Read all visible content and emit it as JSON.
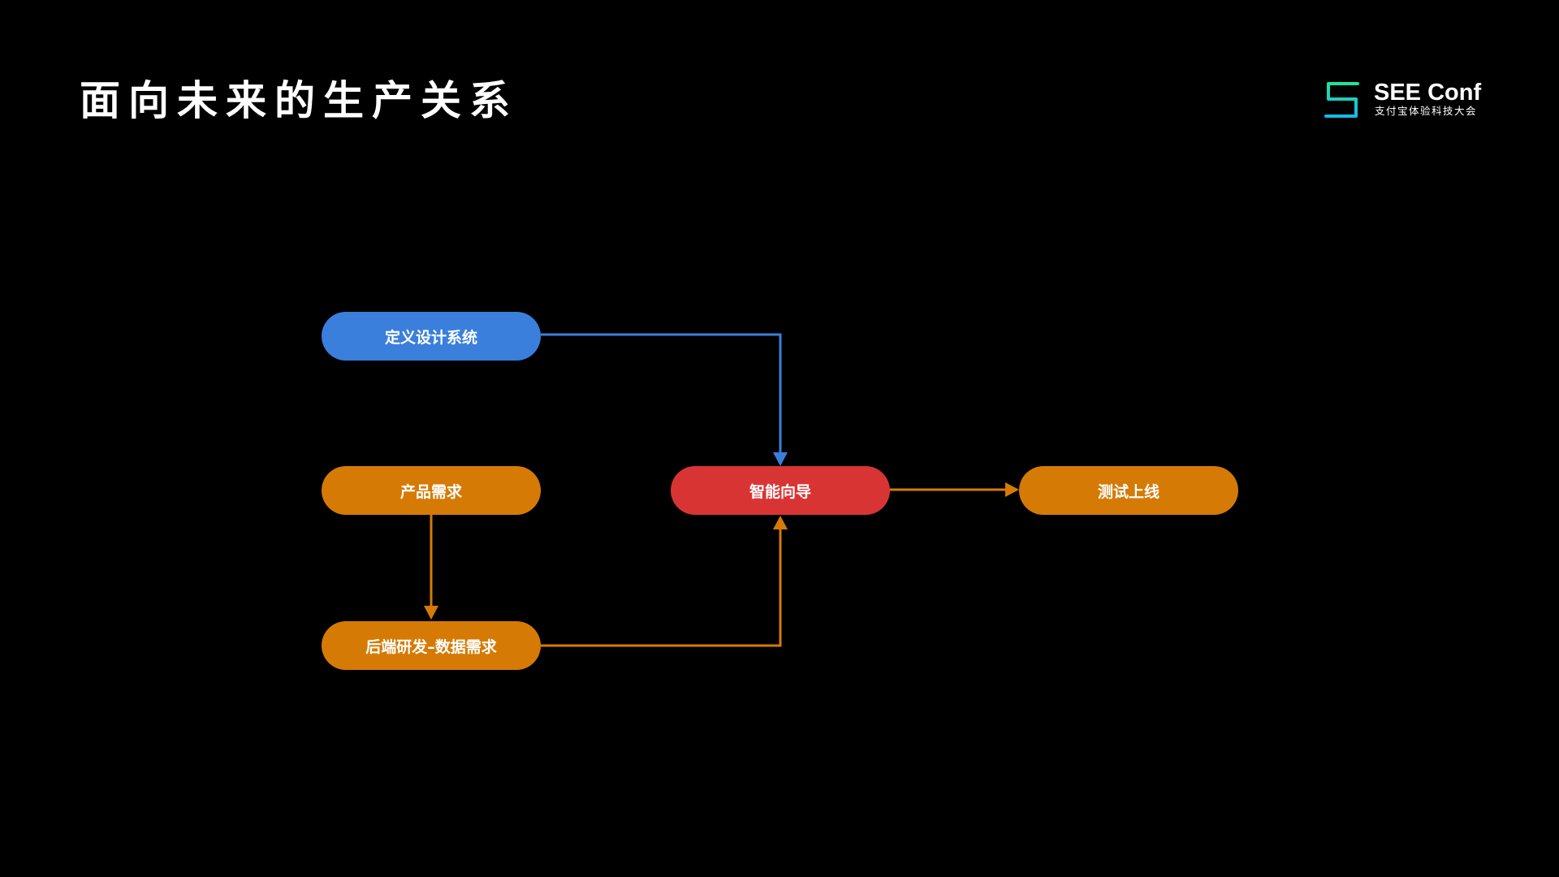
{
  "slide": {
    "title": "面向未来的生产关系"
  },
  "logo": {
    "name": "SEE Conf",
    "subtitle": "支付宝体验科技大会",
    "mark_colors": [
      "#1ee3a0",
      "#18b8e6"
    ]
  },
  "colors": {
    "background": "#000000",
    "blue": "#3a7fdc",
    "orange": "#d67a06",
    "red": "#d93434",
    "blue_edge": "#3a7fdc",
    "orange_edge": "#d67a06"
  },
  "diagram": {
    "nodes": [
      {
        "id": "define-design-system",
        "label": "定义设计系统",
        "color": "blue"
      },
      {
        "id": "product-requirements",
        "label": "产品需求",
        "color": "orange"
      },
      {
        "id": "backend-data-requirements",
        "label": "后端研发–数据需求",
        "color": "orange"
      },
      {
        "id": "smart-wizard",
        "label": "智能向导",
        "color": "red"
      },
      {
        "id": "test-and-launch",
        "label": "测试上线",
        "color": "orange"
      }
    ],
    "edges": [
      {
        "from": "define-design-system",
        "to": "smart-wizard",
        "color": "blue"
      },
      {
        "from": "product-requirements",
        "to": "backend-data-requirements",
        "color": "orange"
      },
      {
        "from": "backend-data-requirements",
        "to": "smart-wizard",
        "color": "orange"
      },
      {
        "from": "smart-wizard",
        "to": "test-and-launch",
        "color": "orange"
      }
    ]
  }
}
